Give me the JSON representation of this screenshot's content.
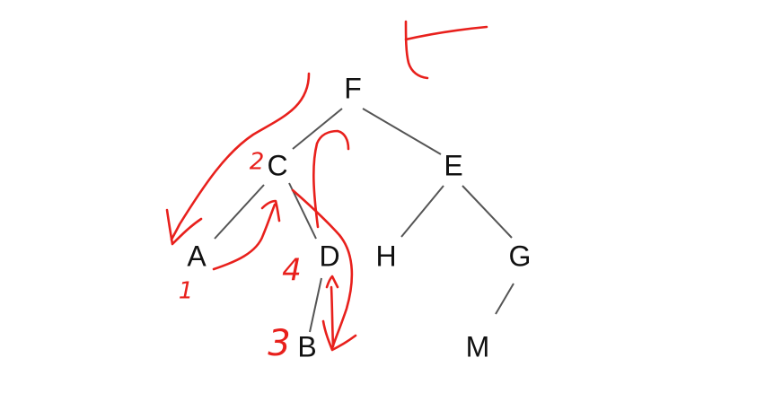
{
  "tree": {
    "nodes": {
      "F": "F",
      "C": "C",
      "E": "E",
      "A": "A",
      "D": "D",
      "H": "H",
      "G": "G",
      "B": "B",
      "M": "M"
    },
    "edges": [
      [
        "F",
        "C"
      ],
      [
        "F",
        "E"
      ],
      [
        "C",
        "A"
      ],
      [
        "C",
        "D"
      ],
      [
        "E",
        "H"
      ],
      [
        "E",
        "G"
      ],
      [
        "D",
        "B"
      ],
      [
        "G",
        "M"
      ]
    ]
  },
  "annotations": {
    "color": "#e8201c",
    "step_numbers": {
      "step_1": "1",
      "step_2": "2",
      "step_3": "3",
      "step_4": "4"
    }
  }
}
